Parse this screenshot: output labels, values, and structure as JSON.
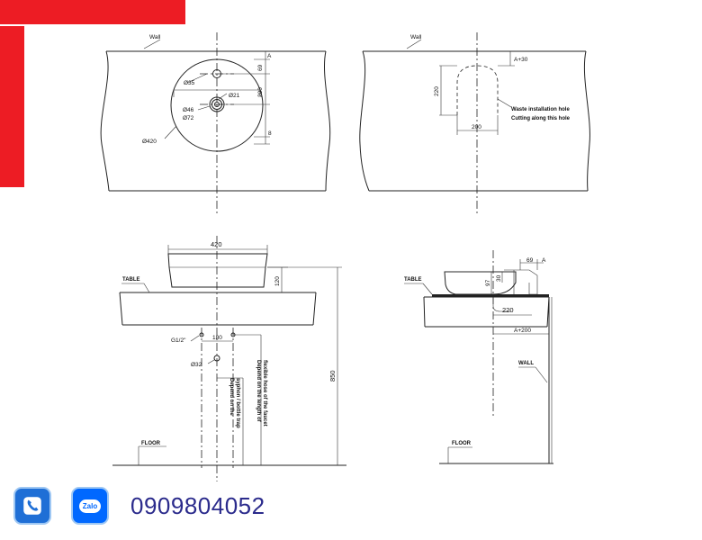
{
  "top_plan": {
    "wall_label": "Wall",
    "dims": {
      "d35": "Ø35",
      "d21": "Ø21",
      "d46": "Ø46",
      "d72": "Ø72",
      "d420": "Ø420",
      "v69": "69",
      "v200": "200",
      "v8": "8",
      "a": "A"
    }
  },
  "waste_plan": {
    "wall_label": "Wall",
    "dims": {
      "a30": "A+30",
      "h220": "220",
      "w200": "200"
    },
    "note_line1": "Waste installation hole",
    "note_line2": "Cutting along this hole"
  },
  "front_view": {
    "dims": {
      "w420": "420",
      "h120": "120",
      "g12": "G1/2\"",
      "s180": "180",
      "d32": "Ø32",
      "h850": "850"
    },
    "table_label": "TABLE",
    "floor_label": "FLOOR",
    "note_trap_1": "Depend on the",
    "note_trap_2": "syphon / bottle trap",
    "note_faucet_1": "Depend on the length of",
    "note_faucet_2": "flexible hose of the faucet"
  },
  "side_view": {
    "dims": {
      "v69": "69",
      "a": "A",
      "v97": "97",
      "v30": "30",
      "w220": "220",
      "a200": "A+200"
    },
    "table_label": "TABLE",
    "wall_label": "WALL",
    "floor_label": "FLOOR"
  },
  "contact": {
    "phone_icon": "phone-icon",
    "zalo_label": "Zalo",
    "phone_number": "0909804052"
  }
}
